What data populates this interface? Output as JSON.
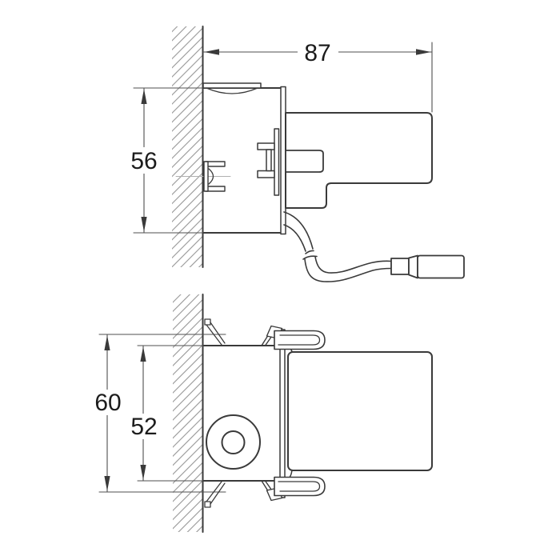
{
  "drawing": {
    "kind": "technical-installation-drawing",
    "colors": {
      "background": "#ffffff",
      "main_line": "#3a3a3a",
      "dim_line": "#4f4f4f",
      "hatch_line": "#969696",
      "centerline": "#b0b0b0",
      "text": "#1c1c1c"
    },
    "views": {
      "top": {
        "dim_width": "87",
        "dim_height": "56"
      },
      "bottom": {
        "dim_outer": "60",
        "dim_inner": "52"
      }
    }
  }
}
